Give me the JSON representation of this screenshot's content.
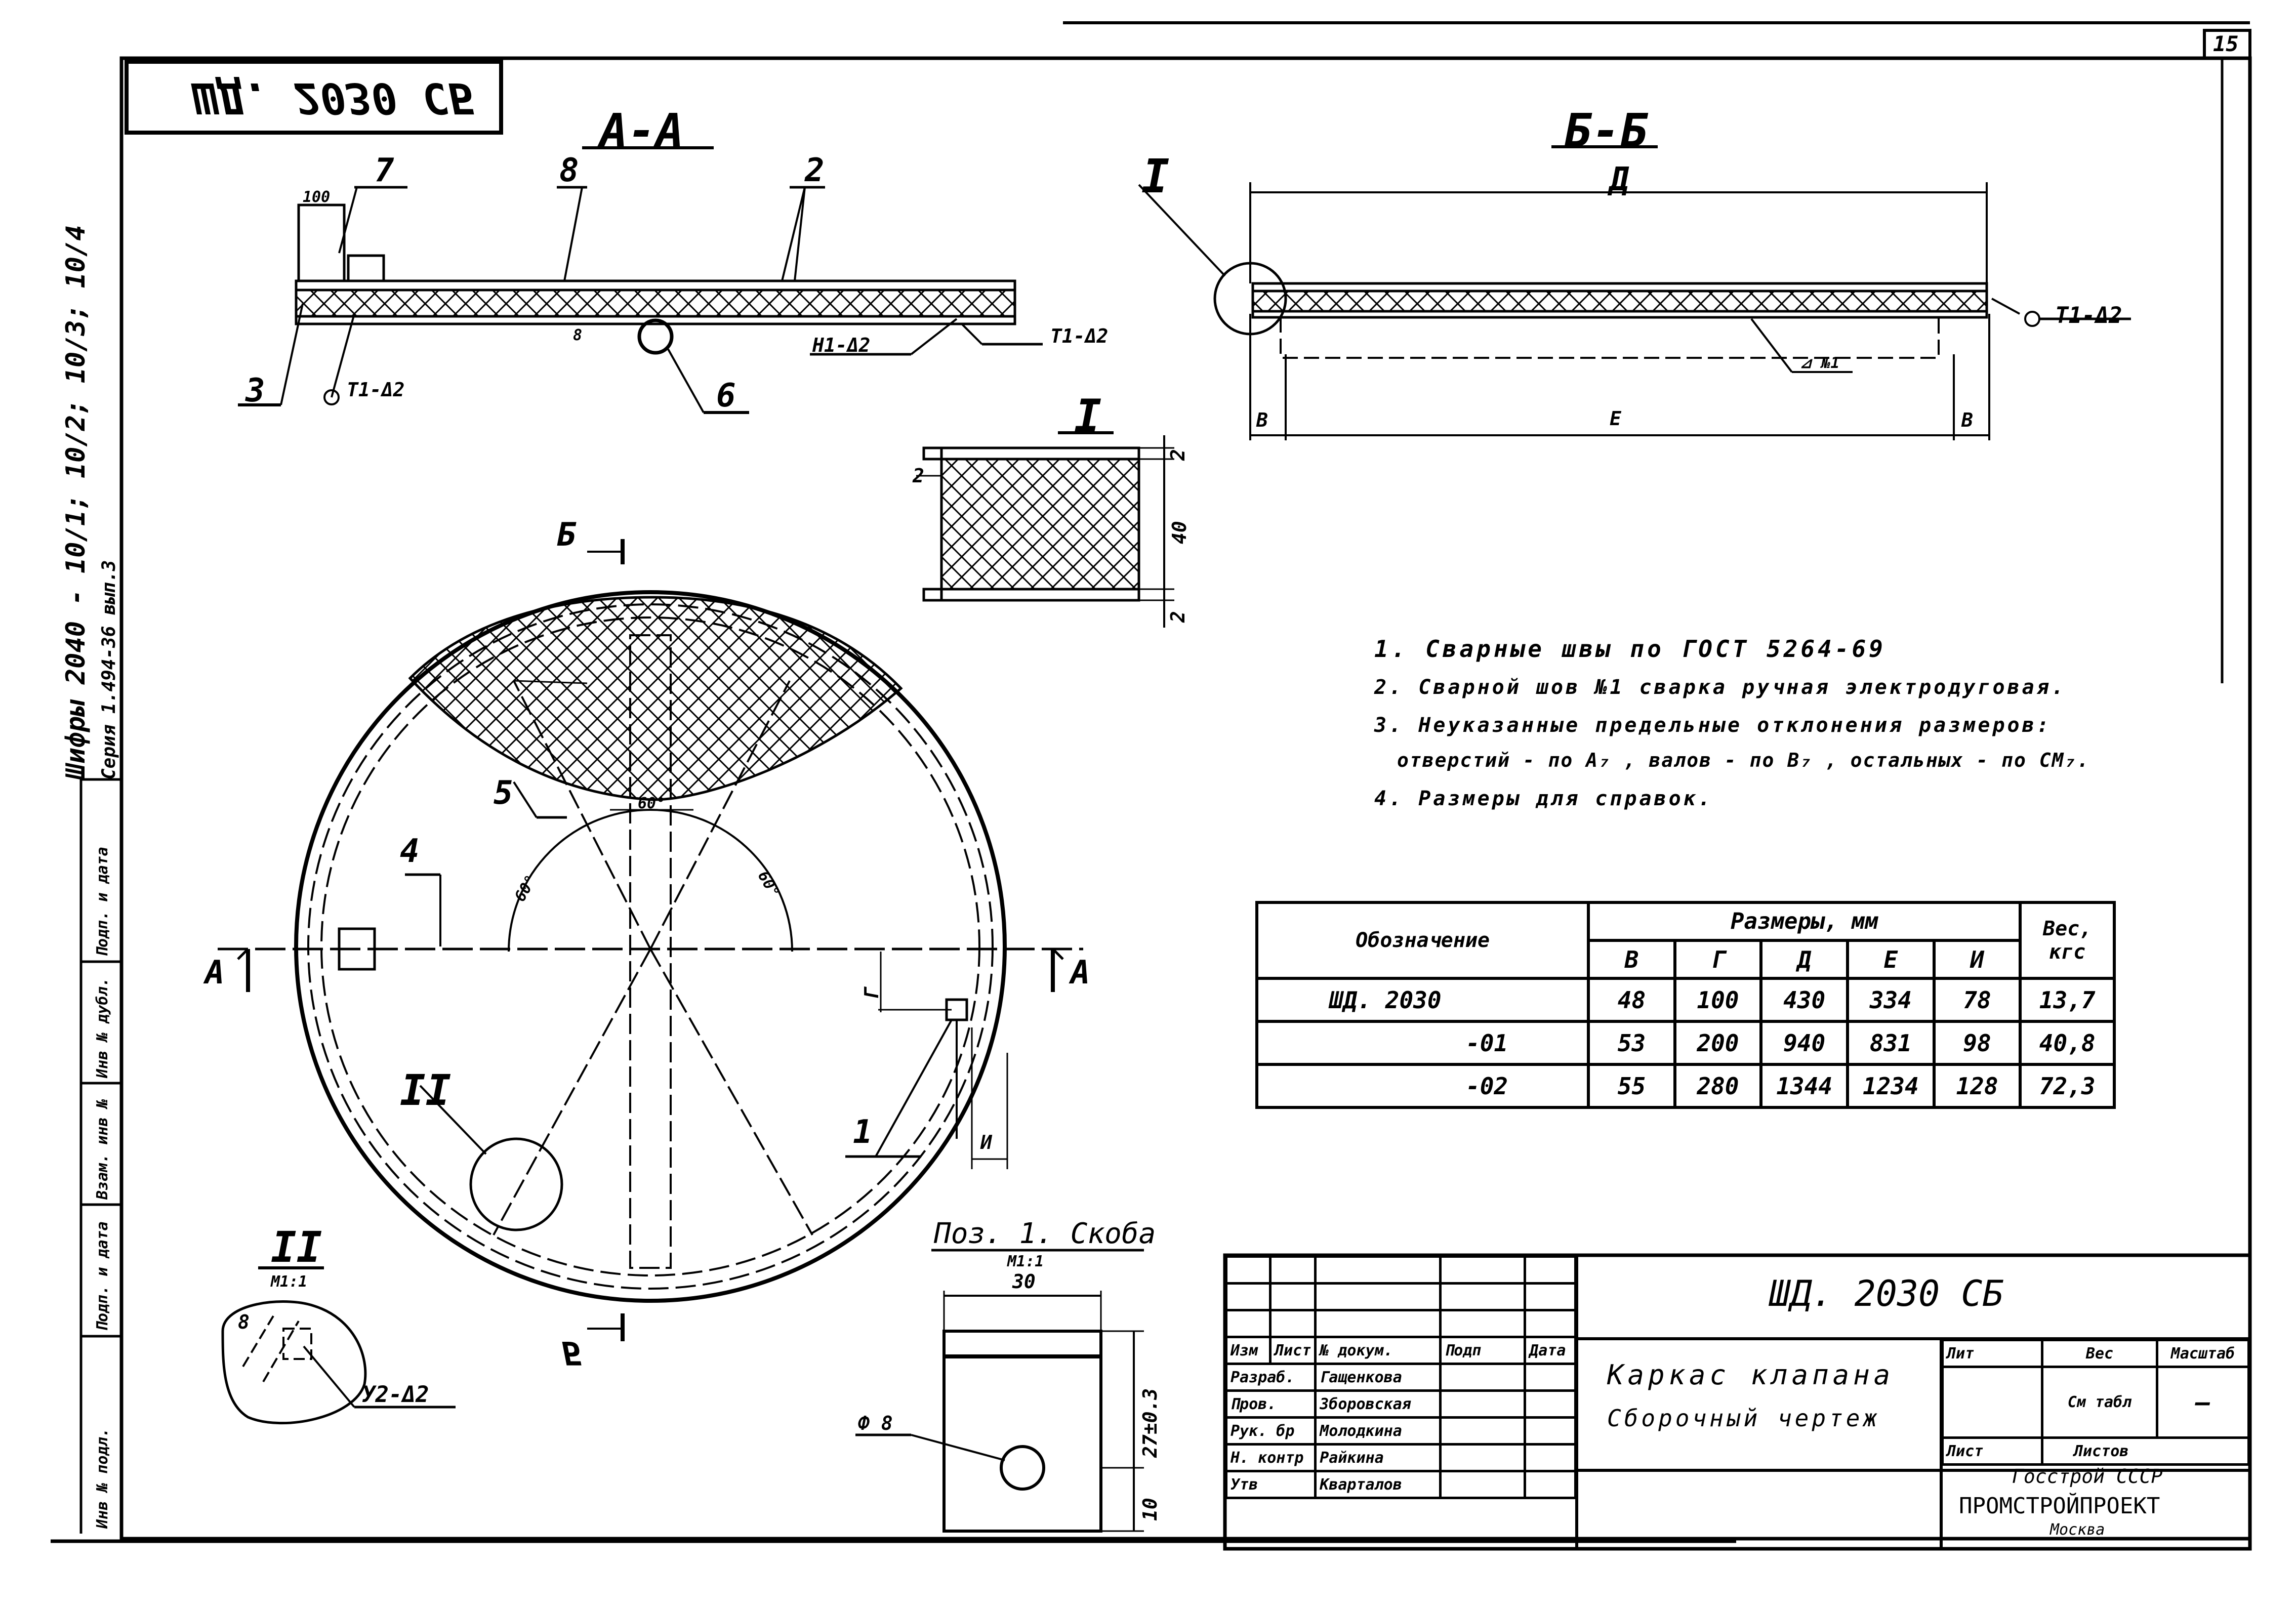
{
  "sheet": {
    "number": "15"
  },
  "stamp": {
    "code_mirrored": "ШД. 2030 СБ"
  },
  "margin": {
    "series_line1": "Шифры 2040 - 10/1; 10/2; 10/3; 10/4",
    "series_line2": "Серия 1.494-36 вып.3",
    "fields": [
      "Подп. и дата",
      "Инв № дубл.",
      "Взам. инв №",
      "Подп. и дата",
      "Инв № подл."
    ]
  },
  "views": {
    "aa": {
      "title": "А-А",
      "labels": {
        "p7": "7",
        "p8": "8",
        "p2": "2",
        "p3": "3",
        "p6": "6",
        "dim100": "100",
        "weld_t1_left": "Т1-Δ2",
        "weld_h1": "Н1-Δ2",
        "weld_t1_right": "Т1-Δ2",
        "dim_small": "8"
      }
    },
    "bb": {
      "title": "Б-Б",
      "labels": {
        "callout": "I",
        "dim_d": "Д",
        "dim_v_left": "В",
        "dim_e": "Е",
        "dim_v_right": "В",
        "weld_t1": "Т1-Δ2",
        "weld_n1": "⊿ №1"
      }
    },
    "detail1": {
      "title": "I",
      "labels": {
        "p2": "2",
        "dim_top": "2",
        "dim_mid": "40",
        "dim_bot": "2"
      }
    },
    "plan": {
      "labels": {
        "sec_b_top": "Б",
        "sec_b_bot": "Б",
        "sec_a_left": "А",
        "sec_a_right": "А",
        "p5": "5",
        "p4": "4",
        "p1": "1",
        "callout2": "II",
        "ang_top": "60°",
        "ang_left": "60°",
        "ang_right": "60°",
        "dim_g": "Г",
        "dim_i": "И"
      }
    },
    "detail2": {
      "title": "II",
      "scale": "М1:1",
      "labels": {
        "p8": "8",
        "weld": "У2-Δ2"
      }
    },
    "pos1": {
      "title": "Поз. 1. Скоба",
      "scale": "М1:1",
      "labels": {
        "dim30": "30",
        "dim27": "27±0.3",
        "dim10": "10",
        "hole": "Ф 8"
      }
    }
  },
  "notes": [
    "1. Сварные швы по ГОСТ 5264-69",
    "2. Сварной шов №1 сварка ручная электродуговая.",
    "3. Неуказанные предельные отклонения размеров:",
    "отверстий - по А₇ , валов - по В₇ , остальных - по СМ₇.",
    "4. Размеры для справок."
  ],
  "spec_table": {
    "header_col1": "Обозначение",
    "header_group": "Размеры, мм",
    "header_last": "Вес, кгс",
    "sub_headers": [
      "В",
      "Г",
      "Д",
      "Е",
      "И"
    ],
    "rows": [
      {
        "name": "ШД. 2030",
        "values": [
          "48",
          "100",
          "430",
          "334",
          "78",
          "13,7"
        ]
      },
      {
        "name": "-01",
        "values": [
          "53",
          "200",
          "940",
          "831",
          "98",
          "40,8"
        ]
      },
      {
        "name": "-02",
        "values": [
          "55",
          "280",
          "1344",
          "1234",
          "128",
          "72,3"
        ]
      }
    ]
  },
  "title_block": {
    "code": "ШД. 2030 СБ",
    "name1": "Каркас клапана",
    "name2": "Сборочный чертеж",
    "cols": [
      "Изм",
      "Лист",
      "№ докум.",
      "Подп",
      "Дата"
    ],
    "roles": [
      {
        "role": "Разраб.",
        "person": "Гащенкова"
      },
      {
        "role": "Пров.",
        "person": "Зборовская"
      },
      {
        "role": "Рук. бр",
        "person": "Молодкина"
      },
      {
        "role": "Н. контр",
        "person": "Райкина"
      },
      {
        "role": "Утв",
        "person": "Кварталов"
      }
    ],
    "lit": "Лит",
    "ves": "Вес",
    "masshtab": "Масштаб",
    "ves_value": "См табл",
    "masshtab_value": "—",
    "list": "Лист",
    "listov": "Листов",
    "org1": "Госстрой СССР",
    "org2": "ПРОМСТРОЙПРОЕКТ",
    "org3": "Москва"
  }
}
